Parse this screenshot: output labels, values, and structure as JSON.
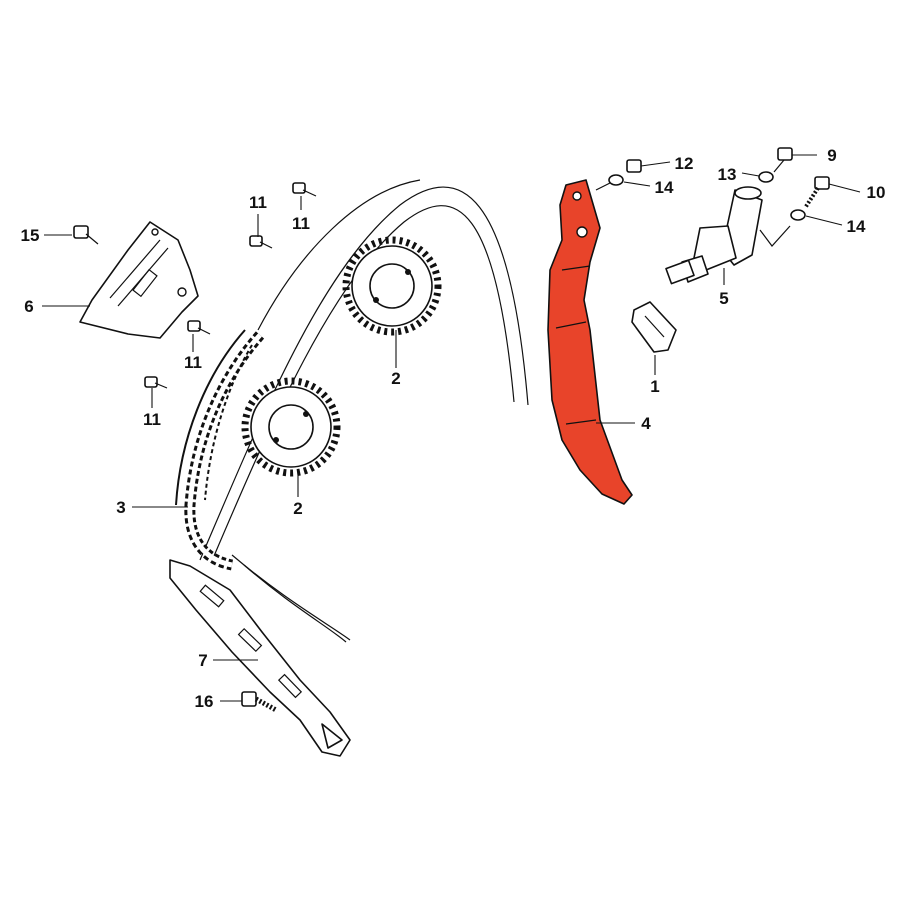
{
  "highlight_color": "#e8442a",
  "callouts": {
    "c1": "1",
    "c2a": "2",
    "c2b": "2",
    "c3": "3",
    "c4": "4",
    "c5": "5",
    "c6": "6",
    "c7": "7",
    "c9": "9",
    "c10": "10",
    "c11a": "11",
    "c11b": "11",
    "c11c": "11",
    "c11d": "11",
    "c12": "12",
    "c13": "13",
    "c14a": "14",
    "c14b": "14",
    "c15": "15",
    "c16": "16"
  }
}
